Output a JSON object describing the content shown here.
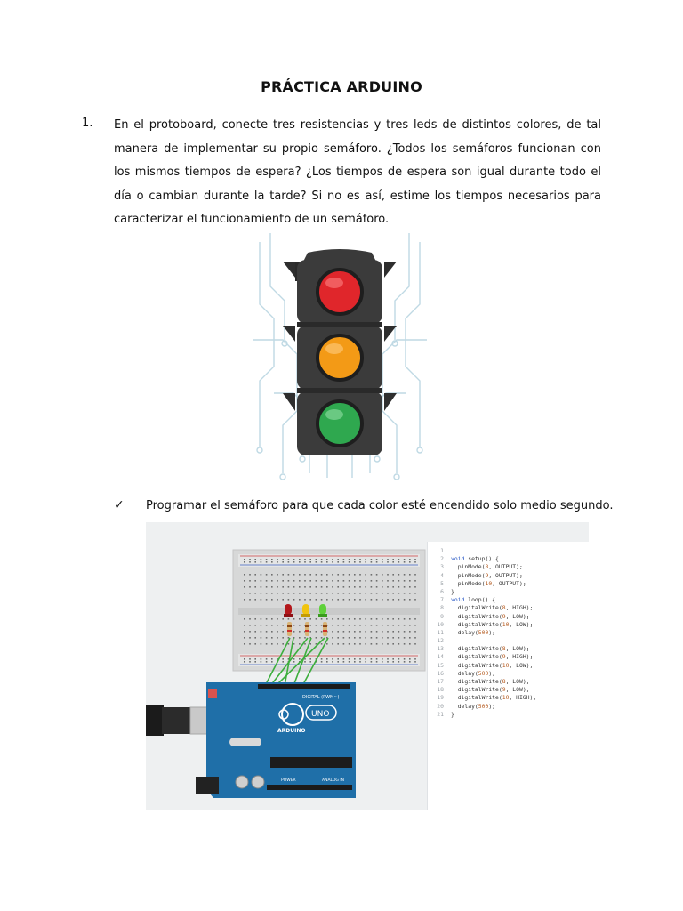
{
  "document": {
    "title": "PRÁCTICA ARDUINO",
    "item_number": "1.",
    "paragraph": "En el protoboard, conecte tres resistencias y tres leds de distintos colores, de tal manera de implementar su propio semáforo. ¿Todos los semáforos funcionan con los mismos tiempos de espera? ¿Los tiempos de espera son igual durante todo el día o cambian durante la tarde? Si no es así, estime los tiempos necesarios para caracterizar el funcionamiento de un semáforo.",
    "check_mark": "✓",
    "bullet": "Programar el semáforo para que cada color esté encendido solo medio segundo."
  },
  "board": {
    "digital_label": "DIGITAL (PWM~)",
    "logo_text": "UNO",
    "brand": "ARDUINO",
    "power_label": "POWER",
    "analog_label": "ANALOG IN"
  },
  "code_lines": [
    "",
    "void setup() {",
    "  pinMode(8, OUTPUT);",
    "  pinMode(9, OUTPUT);",
    "  pinMode(10, OUTPUT);",
    "}",
    "void loop() {",
    "  digitalWrite(8, HIGH);",
    "  digitalWrite(9, LOW);",
    "  digitalWrite(10, LOW);",
    "  delay(500);",
    "",
    "  digitalWrite(8, LOW);",
    "  digitalWrite(9, HIGH);",
    "  digitalWrite(10, LOW);",
    "  delay(500);",
    "  digitalWrite(8, LOW);",
    "  digitalWrite(9, LOW);",
    "  digitalWrite(10, HIGH);",
    "  delay(500);",
    "}"
  ],
  "colors": {
    "red_light": "#e0262b",
    "amber_light": "#f39a16",
    "green_light": "#2fa84f",
    "board_blue": "#1f6fa8",
    "keyword": "#1d4fc2",
    "number": "#b3571b"
  }
}
